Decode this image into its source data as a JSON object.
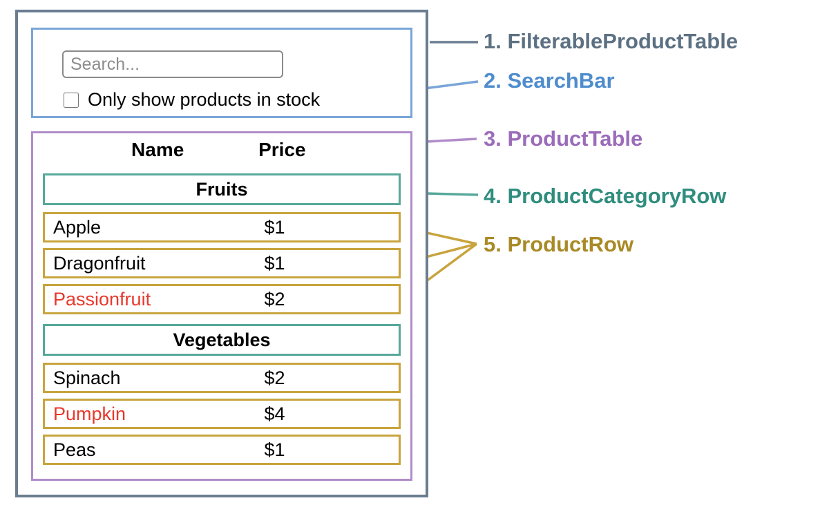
{
  "diagram": {
    "labels": [
      {
        "text": "1. FilterableProductTable",
        "color": "#5c7082"
      },
      {
        "text": "2. SearchBar",
        "color": "#4e8ccd"
      },
      {
        "text": "3. ProductTable",
        "color": "#9b6cba"
      },
      {
        "text": "4. ProductCategoryRow",
        "color": "#2f8d7e"
      },
      {
        "text": "5. ProductRow",
        "color": "#a98a26"
      }
    ]
  },
  "search_bar": {
    "placeholder": "Search...",
    "checkbox_label": "Only show products in stock",
    "checkbox_checked": false
  },
  "product_table": {
    "columns": {
      "name": "Name",
      "price": "Price"
    },
    "sections": [
      {
        "category": "Fruits",
        "rows": [
          {
            "name": "Apple",
            "price": "$1",
            "in_stock": true
          },
          {
            "name": "Dragonfruit",
            "price": "$1",
            "in_stock": true
          },
          {
            "name": "Passionfruit",
            "price": "$2",
            "in_stock": false
          }
        ]
      },
      {
        "category": "Vegetables",
        "rows": [
          {
            "name": "Spinach",
            "price": "$2",
            "in_stock": true
          },
          {
            "name": "Pumpkin",
            "price": "$4",
            "in_stock": false
          },
          {
            "name": "Peas",
            "price": "$1",
            "in_stock": true
          }
        ]
      }
    ]
  },
  "colors": {
    "filterable_product_table_border": "#6b7d90",
    "search_bar_border": "#79a5d8",
    "product_table_border": "#b18cc9",
    "product_category_row_border": "#56a89a",
    "product_row_border": "#c8a43d",
    "out_of_stock_text": "#e8382c"
  }
}
